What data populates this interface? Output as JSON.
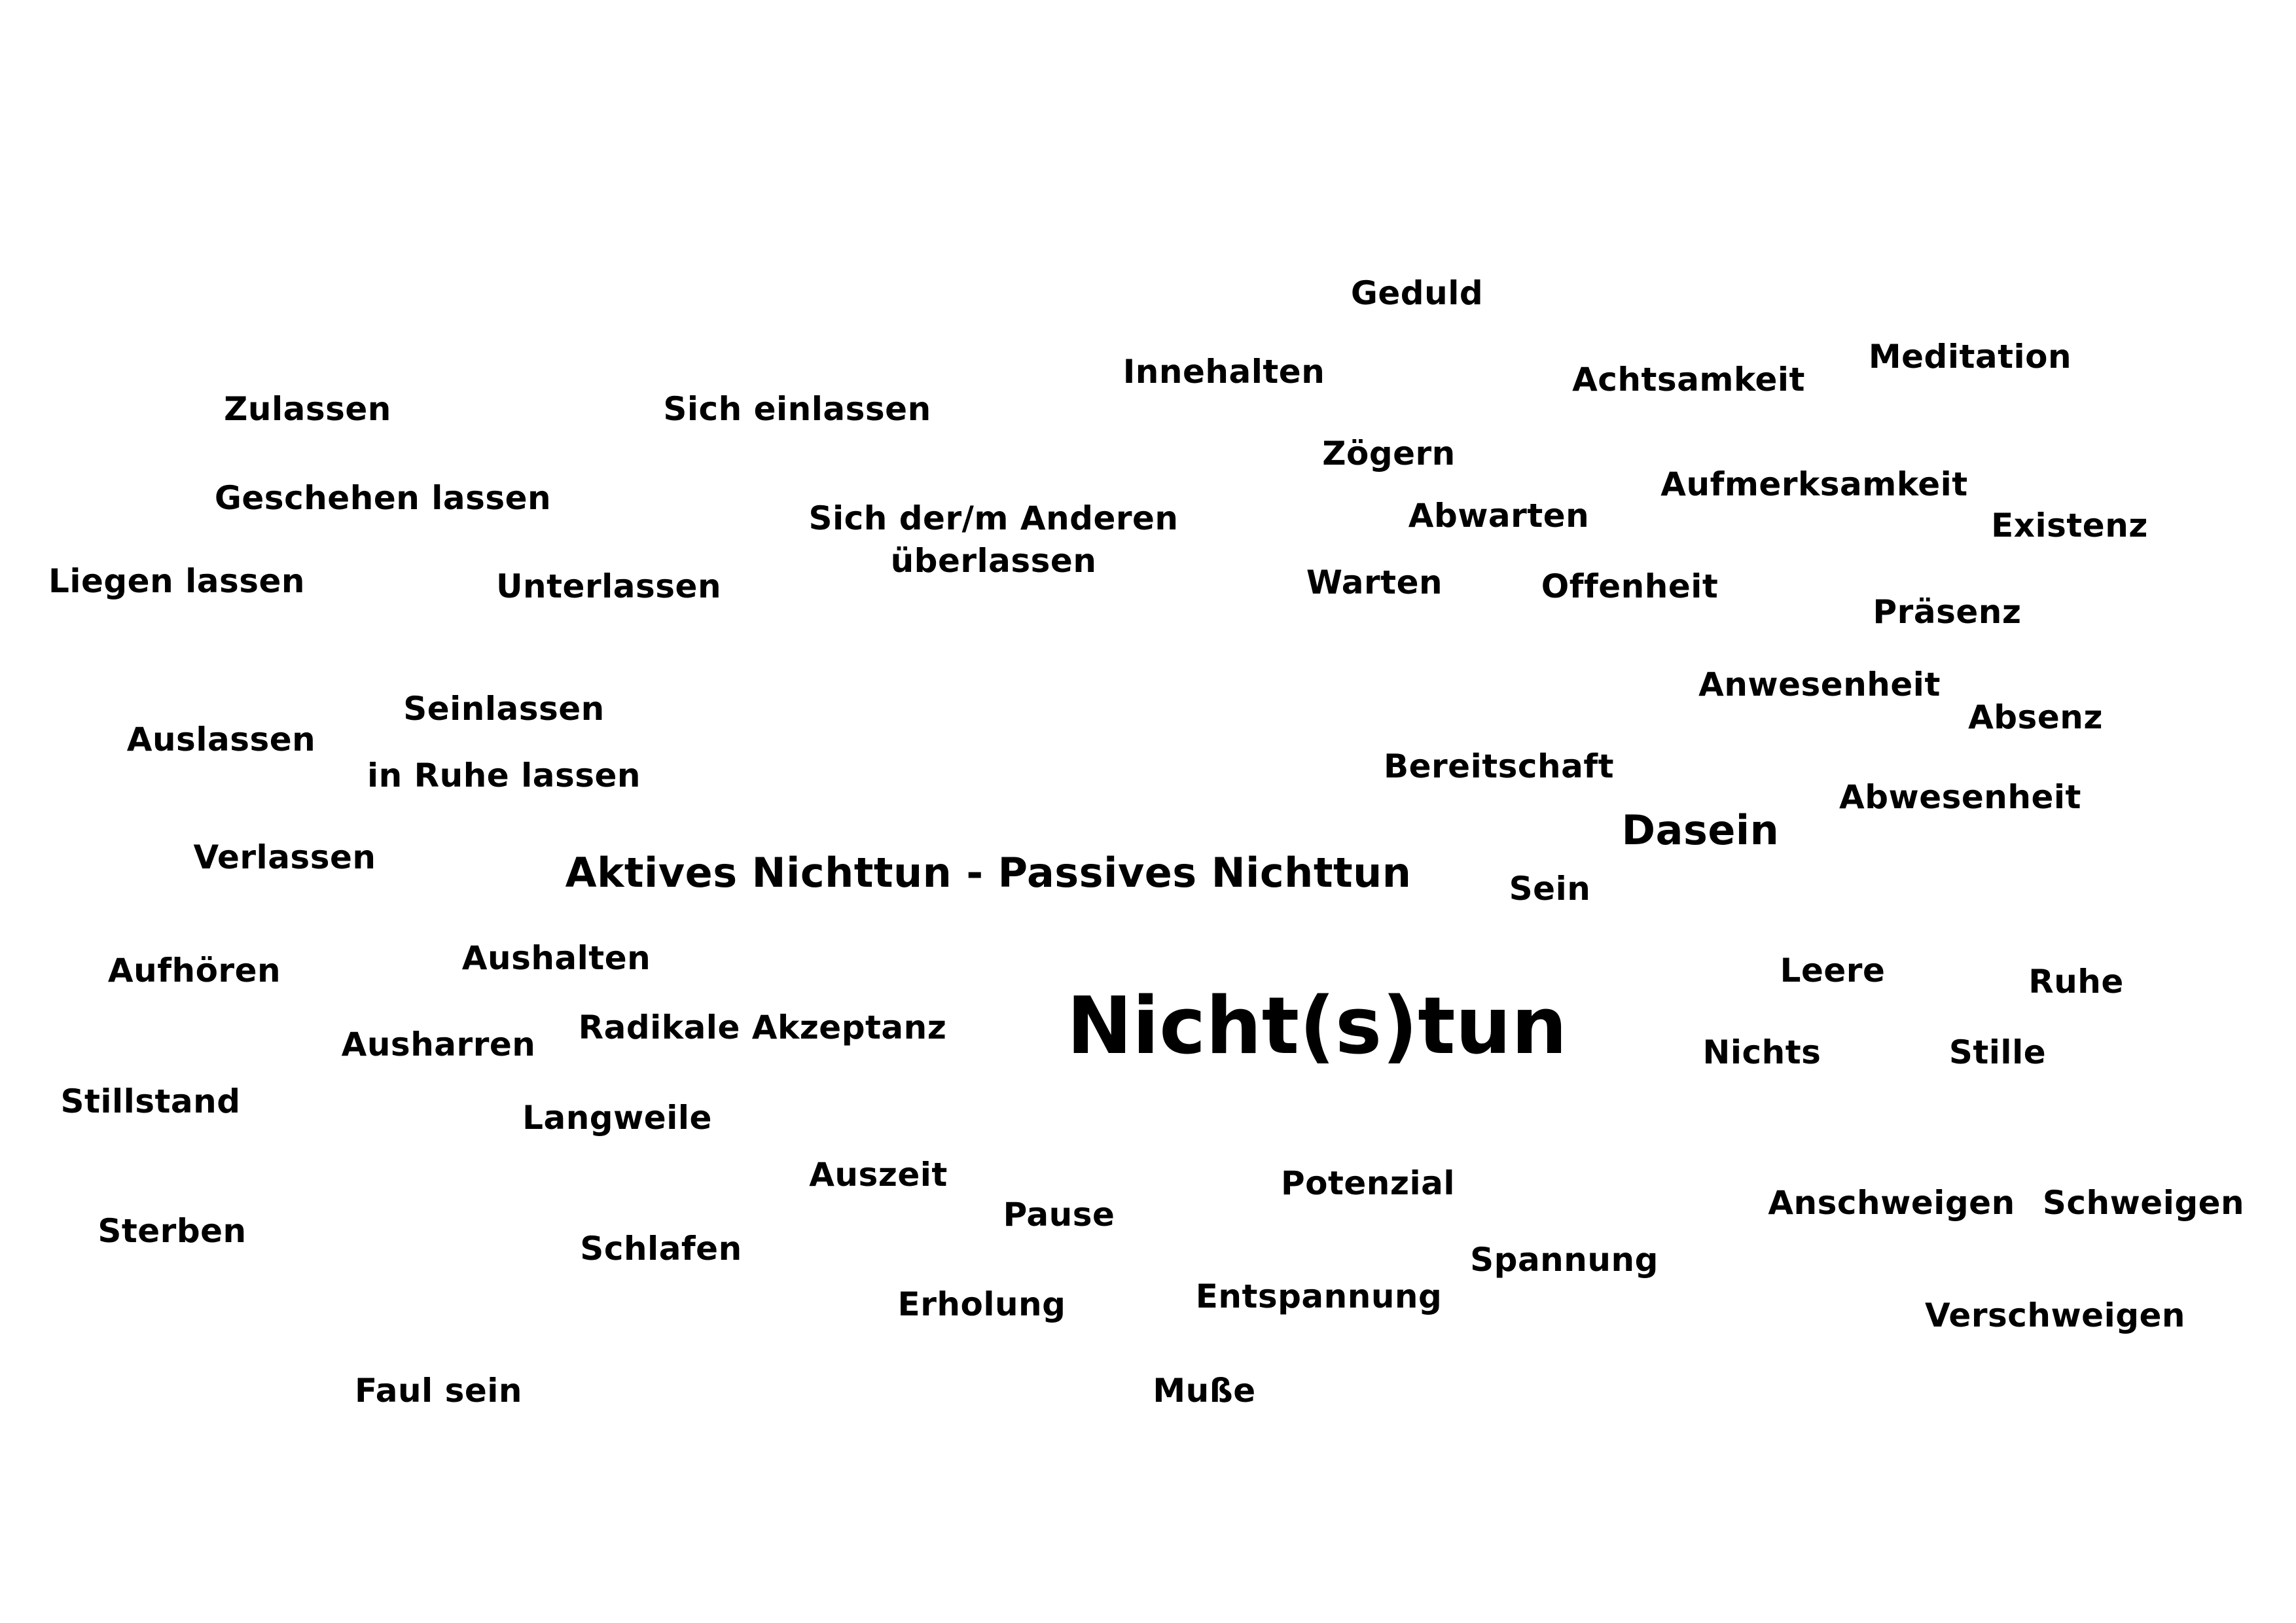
{
  "title": "Nicht(s)tun",
  "subtitle": "Aktives Nichttun - Passives Nichttun",
  "words": {
    "geduld": "Geduld",
    "innehalten": "Innehalten",
    "achtsamkeit": "Achtsamkeit",
    "meditation": "Meditation",
    "zulassen": "Zulassen",
    "sich_einlassen": "Sich einlassen",
    "zoegern": "Zögern",
    "aufmerksamkeit": "Aufmerksamkeit",
    "geschehen_lassen": "Geschehen lassen",
    "sich_anderen_line1": "Sich der/m Anderen",
    "sich_anderen_line2": "überlassen",
    "abwarten": "Abwarten",
    "existenz": "Existenz",
    "liegen_lassen": "Liegen lassen",
    "unterlassen": "Unterlassen",
    "warten": "Warten",
    "offenheit": "Offenheit",
    "praesenz": "Präsenz",
    "anwesenheit": "Anwesenheit",
    "seinlassen": "Seinlassen",
    "absenz": "Absenz",
    "auslassen": "Auslassen",
    "bereitschaft": "Bereitschaft",
    "in_ruhe_lassen": "in Ruhe lassen",
    "abwesenheit": "Abwesenheit",
    "dasein": "Dasein",
    "verlassen": "Verlassen",
    "sein": "Sein",
    "aushalten": "Aushalten",
    "leere": "Leere",
    "aufhoeren": "Aufhören",
    "ruhe": "Ruhe",
    "radikale_akzeptanz": "Radikale Akzeptanz",
    "ausharren": "Ausharren",
    "nichts": "Nichts",
    "stille": "Stille",
    "stillstand": "Stillstand",
    "langweile": "Langweile",
    "auszeit": "Auszeit",
    "potenzial": "Potenzial",
    "pause": "Pause",
    "anschweigen": "Anschweigen",
    "schweigen": "Schweigen",
    "sterben": "Sterben",
    "schlafen": "Schlafen",
    "spannung": "Spannung",
    "erholung": "Erholung",
    "entspannung": "Entspannung",
    "verschweigen": "Verschweigen",
    "faul_sein": "Faul sein",
    "musse": "Muße"
  }
}
